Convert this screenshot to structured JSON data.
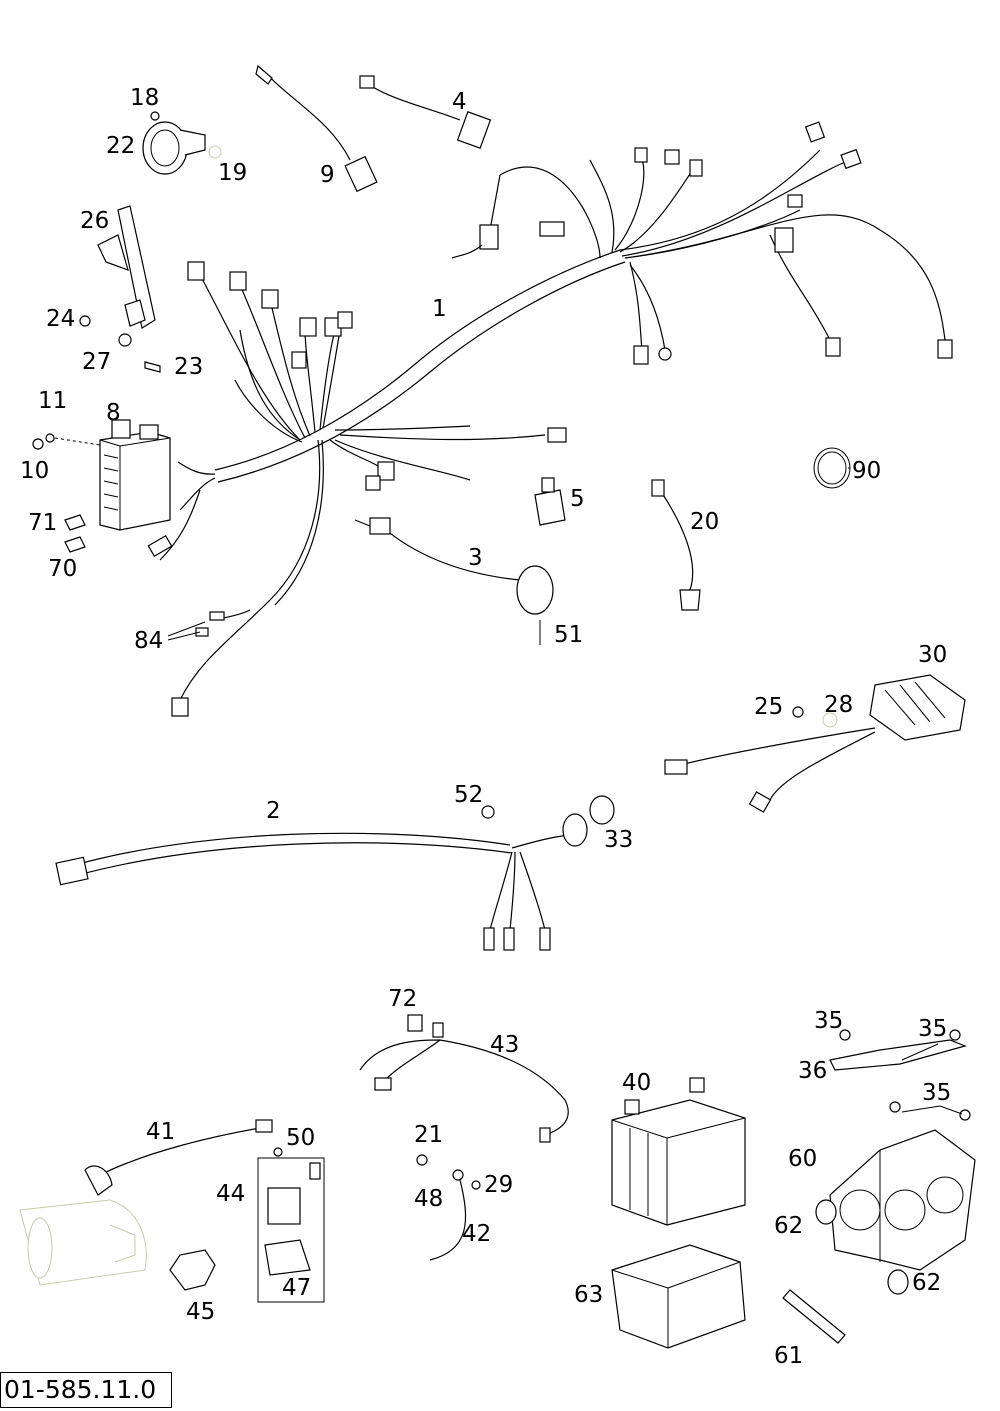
{
  "diagram": {
    "reference_number": "01-585.11.0",
    "part_numbers": [
      "1",
      "2",
      "3",
      "4",
      "5",
      "8",
      "9",
      "10",
      "11",
      "18",
      "19",
      "20",
      "21",
      "22",
      "23",
      "24",
      "25",
      "26",
      "27",
      "28",
      "29",
      "30",
      "33",
      "35",
      "35",
      "35",
      "36",
      "40",
      "41",
      "42",
      "43",
      "44",
      "45",
      "47",
      "48",
      "50",
      "51",
      "52",
      "60",
      "61",
      "62",
      "62",
      "63",
      "70",
      "71",
      "72",
      "84",
      "90"
    ]
  }
}
